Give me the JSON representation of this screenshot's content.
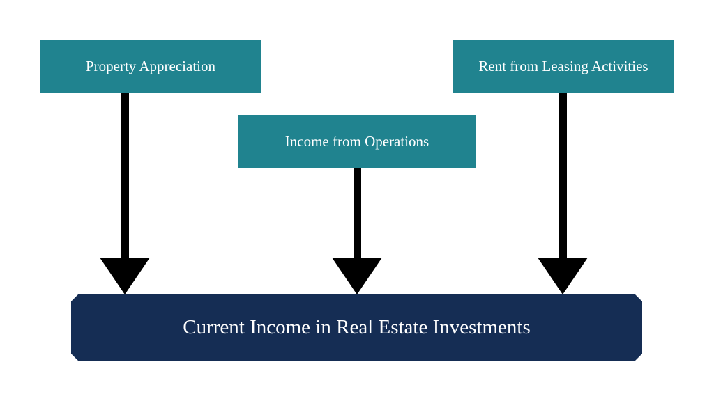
{
  "diagram": {
    "type": "flow",
    "colors": {
      "source_box": "#20838f",
      "target_box": "#152d54",
      "arrow": "#000000",
      "text": "#ffffff",
      "background": "#ffffff"
    },
    "sources": [
      {
        "id": "appreciation",
        "label": "Property Appreciation"
      },
      {
        "id": "operations",
        "label": "Income from Operations"
      },
      {
        "id": "leasing",
        "label": "Rent from Leasing Activities"
      }
    ],
    "target": {
      "id": "current-income",
      "label": "Current Income in Real Estate Investments"
    },
    "edges": [
      {
        "from": "appreciation",
        "to": "current-income"
      },
      {
        "from": "operations",
        "to": "current-income"
      },
      {
        "from": "leasing",
        "to": "current-income"
      }
    ]
  }
}
